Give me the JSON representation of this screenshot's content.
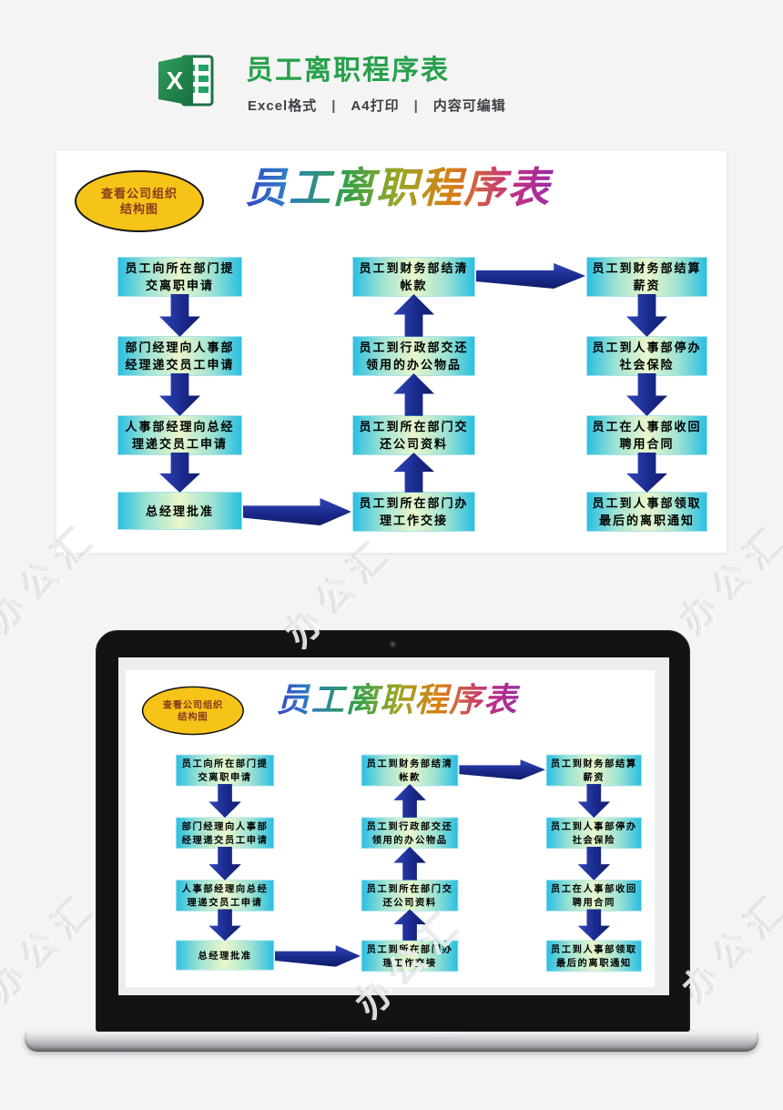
{
  "header": {
    "title": "员工离职程序表",
    "title_color": "#27a14b",
    "meta": [
      "Excel格式",
      "A4打印",
      "内容可编辑"
    ],
    "separator": "|",
    "icon": "excel-icon"
  },
  "watermark": {
    "text": "办公汇"
  },
  "flowchart": {
    "badge": "查看公司组织\n结构图",
    "title": "员工离职程序表",
    "col1": [
      "员工向所在部门提\n交离职申请",
      "部门经理向人事部\n经理递交员工申请",
      "人事部经理向总经\n理递交员工申请",
      "总经理批准"
    ],
    "col2": [
      "员工到财务部结清\n帐款",
      "员工到行政部交还\n领用的办公物品",
      "员工到所在部门交\n还公司资料",
      "员工到所在部门办\n理工作交接"
    ],
    "col3": [
      "员工到财务部结算\n薪资",
      "员工到人事部停办\n社会保险",
      "员工在人事部收回\n聘用合同",
      "员工到人事部领取\n最后的离职通知"
    ],
    "flow_notes": {
      "col1_arrows": "down",
      "col2_arrows": "up",
      "col3_arrows": "down",
      "cross_arrow_bottom": "总经理批准 → 员工到所在部门办理工作交接",
      "cross_arrow_top": "员工到财务部结清帐款 → 员工到财务部结算薪资"
    },
    "colors": {
      "box_edge": "#2abfe2",
      "box_center": "#eaf6cb",
      "arrow_navy": "#1a2a8e",
      "badge_fill": "#f6c418",
      "badge_text": "#8a3a1c"
    }
  }
}
